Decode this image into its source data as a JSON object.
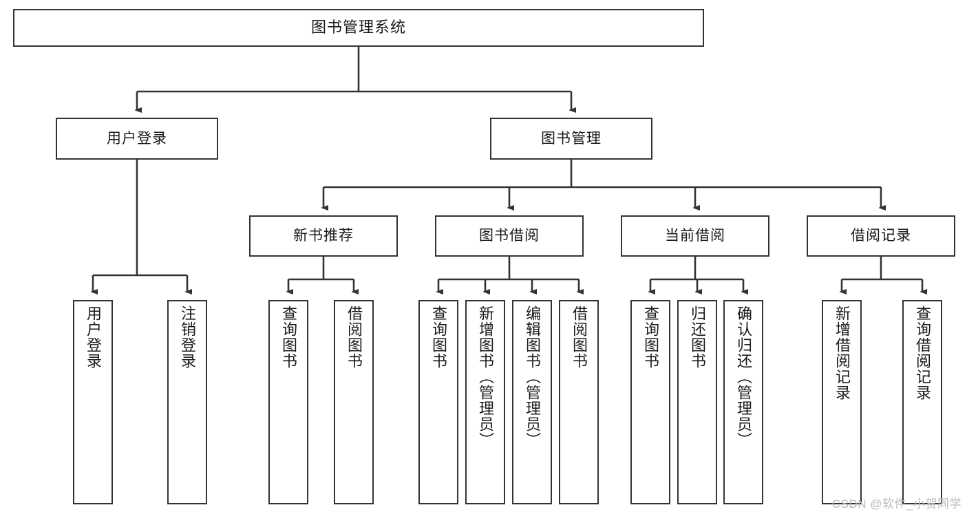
{
  "diagram": {
    "type": "tree",
    "title": "图书管理系统",
    "orientation": "top-down",
    "colors": {
      "box_border": "#333333",
      "box_fill": "#ffffff",
      "line": "#333333",
      "text": "#1a1a1a",
      "watermark": "#b9b9b9"
    },
    "root": {
      "label": "图书管理系统"
    },
    "level2": [
      {
        "label": "用户登录"
      },
      {
        "label": "图书管理"
      }
    ],
    "level3": [
      {
        "label": "新书推荐"
      },
      {
        "label": "图书借阅"
      },
      {
        "label": "当前借阅"
      },
      {
        "label": "借阅记录"
      }
    ],
    "leaves": {
      "user_login": [
        {
          "label": "用户登录"
        },
        {
          "label": "注销登录"
        }
      ],
      "new_book_recommend": [
        {
          "label": "查询图书"
        },
        {
          "label": "借阅图书"
        }
      ],
      "book_borrow": [
        {
          "label": "查询图书"
        },
        {
          "label": "新增图书（管理员）"
        },
        {
          "label": "编辑图书（管理员）"
        },
        {
          "label": "借阅图书"
        }
      ],
      "current_borrow": [
        {
          "label": "查询图书"
        },
        {
          "label": "归还图书"
        },
        {
          "label": "确认归还（管理员）"
        }
      ],
      "borrow_record": [
        {
          "label": "新增借阅记录"
        },
        {
          "label": "查询借阅记录"
        }
      ]
    }
  },
  "watermark": {
    "text": "CSDN @软件_小贺同学"
  }
}
